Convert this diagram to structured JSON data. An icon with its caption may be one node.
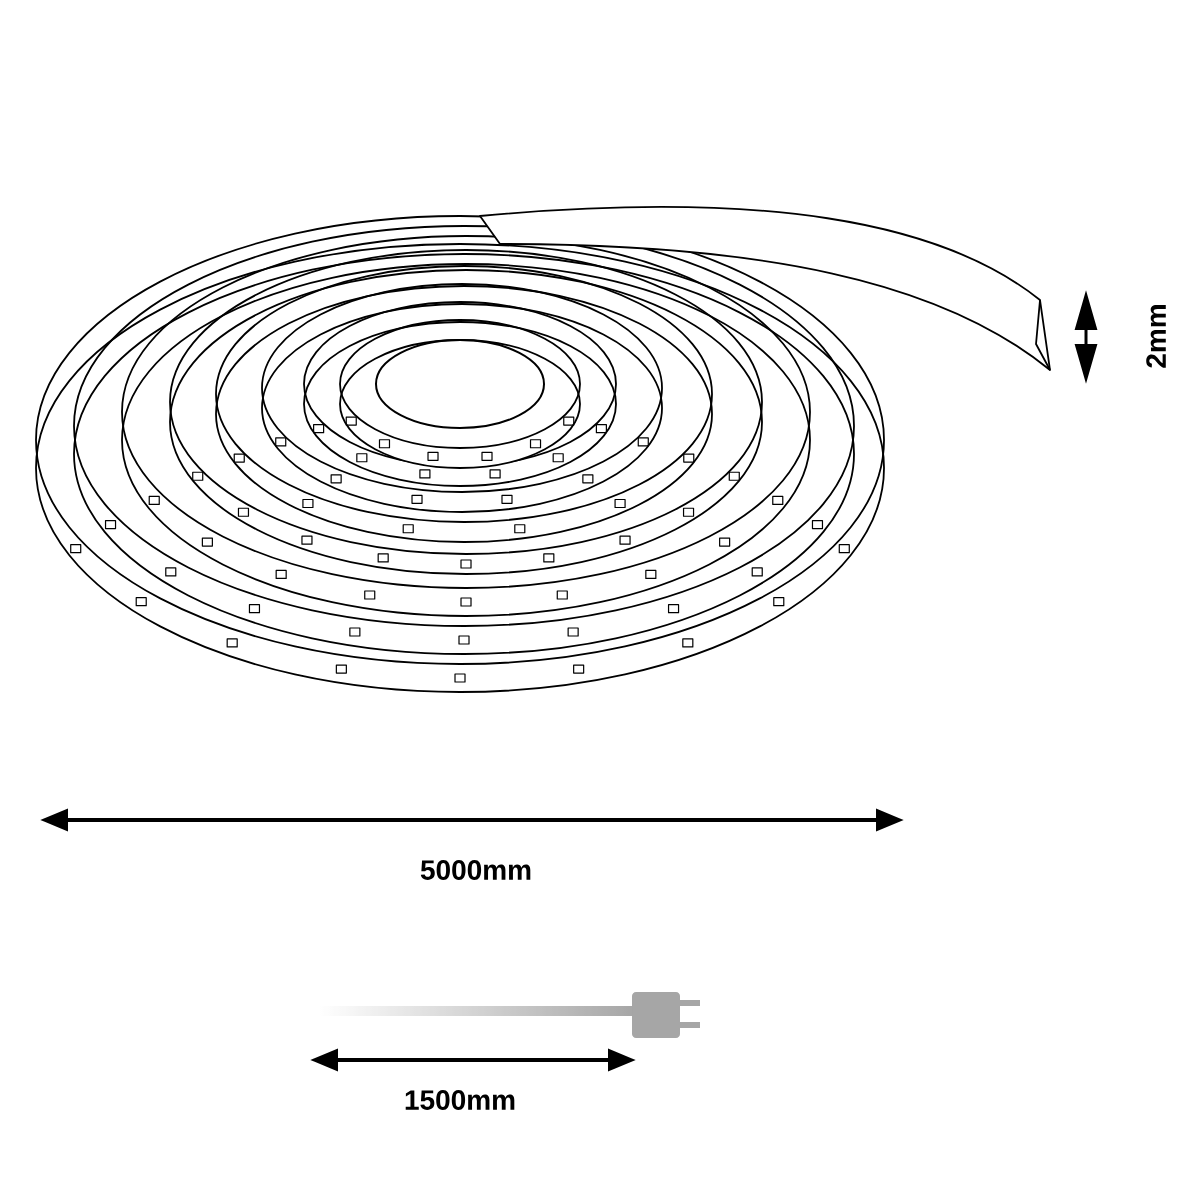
{
  "diagram": {
    "labels": [
      "2mm",
      "5000mm",
      "1500mm"
    ]
  }
}
